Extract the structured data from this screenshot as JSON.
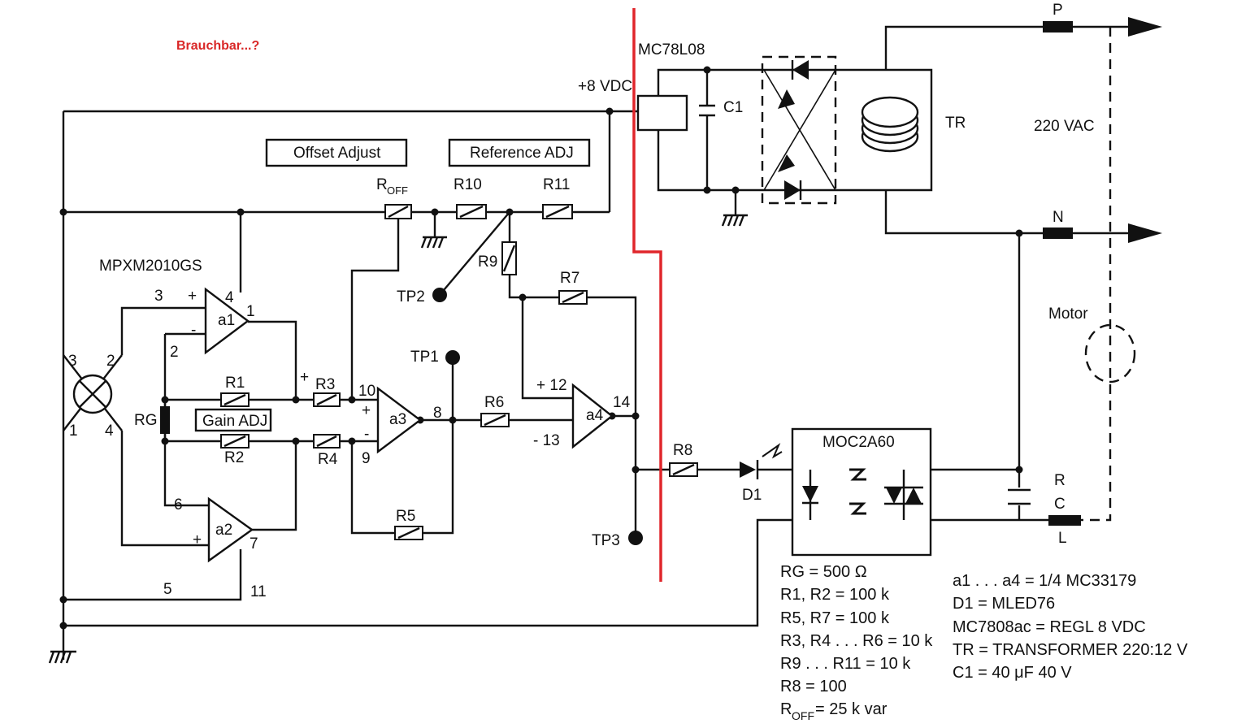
{
  "note": "Brauchbar...?",
  "labels": {
    "sensor": "MPXM2010GS",
    "offset_box": "Offset Adjust",
    "reference_box": "Reference ADJ",
    "gain_box": "Gain ADJ",
    "vdc": "+8 VDC",
    "regulator": "MC78L08",
    "c1": "C1",
    "tr": "TR",
    "vac": "220 VAC",
    "p": "P",
    "n": "N",
    "motor": "Motor",
    "moc": "MOC2A60",
    "d1": "D1",
    "r_lbl": "R",
    "c_lbl": "C",
    "l_lbl": "L",
    "rg": "RG",
    "roff_main": "R",
    "roff_sub": "OFF",
    "r1": "R1",
    "r2": "R2",
    "r3": "R3",
    "r4": "R4",
    "r5": "R5",
    "r6": "R6",
    "r7": "R7",
    "r8": "R8",
    "r9": "R9",
    "r10": "R10",
    "r11": "R11",
    "tp1": "TP1",
    "tp2": "TP2",
    "tp3": "TP3",
    "a1": "a1",
    "a2": "a2",
    "a3": "a3",
    "a4": "a4"
  },
  "pins": {
    "p3_top": "3",
    "p4": "4",
    "p1": "1",
    "p2_a1": "2",
    "plus": "+",
    "minus": "-",
    "p6": "6",
    "p7": "7",
    "p5": "5",
    "p11": "11",
    "p10": "10",
    "p9": "9",
    "p8": "8",
    "p12": "+ 12",
    "p13": "- 13",
    "p14": "14",
    "br3": "3",
    "br2": "2",
    "br1": "1",
    "br4": "4"
  },
  "legend_left": [
    "RG = 500 Ω",
    "R1, R2 = 100 k",
    "R5, R7 = 100 k",
    "R3, R4 . . . R6 = 10 k",
    "R9 . . . R11 = 10 k",
    "R8 = 100"
  ],
  "legend_roff_main": "R",
  "legend_roff_sub": "OFF",
  "legend_roff_tail": " = 25 k var",
  "legend_right": [
    "a1 . . . a4 = 1/4 MC33179",
    "D1 = MLED76",
    "MC7808ac = REGL 8 VDC",
    "TR = TRANSFORMER 220:12 V",
    "C1 = 40 μF 40 V"
  ],
  "colors": {
    "ink": "#111111",
    "red_line": "#e0262b",
    "note": "#d92727"
  }
}
